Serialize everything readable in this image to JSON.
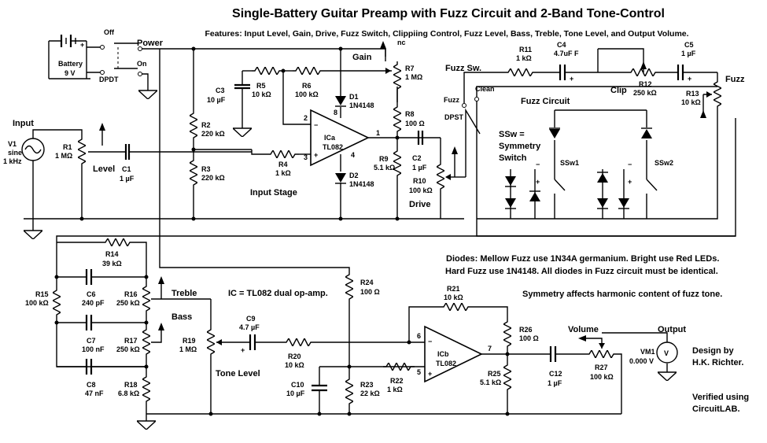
{
  "title": "Single-Battery Guitar Preamp with Fuzz Circuit and 2-Band Tone-Control",
  "features": "Features: Input Level, Gain, Drive, Fuzz Switch, Clippiing Control, Fuzz Level, Bass, Treble, Tone Level, and Output Volume.",
  "sections": {
    "input": "Input",
    "level": "Level",
    "power": "Power",
    "input_stage": "Input Stage",
    "gain": "Gain",
    "drive": "Drive",
    "fuzz_sw": "Fuzz Sw.",
    "fuzz_circuit": "Fuzz Circuit",
    "clip": "Clip",
    "fuzz": "Fuzz",
    "treble": "Treble",
    "bass": "Bass",
    "tone_level": "Tone Level",
    "volume": "Volume",
    "output": "Output"
  },
  "switch": {
    "off": "Off",
    "on": "On",
    "dpdt": "DPDT",
    "dpst": "DPST",
    "fuzz": "Fuzz",
    "clean": "Clean",
    "ssw1": "SSw1",
    "ssw2": "SSw2"
  },
  "battery": {
    "name": "Battery",
    "value": "9 V"
  },
  "source": {
    "name": "V1",
    "type": "sine",
    "freq": "1 kHz"
  },
  "opamps": {
    "a_name": "ICa",
    "a_part": "TL082",
    "b_name": "ICb",
    "b_part": "TL082",
    "pins": {
      "p2": "2",
      "p3": "3",
      "p8": "8",
      "p4": "4",
      "p1": "1",
      "p6": "6",
      "p5": "5",
      "p7": "7"
    }
  },
  "components": {
    "R1": {
      "name": "R1",
      "value": "1 MΩ"
    },
    "C1": {
      "name": "C1",
      "value": "1 µF"
    },
    "R2": {
      "name": "R2",
      "value": "220 kΩ"
    },
    "R3": {
      "name": "R3",
      "value": "220 kΩ"
    },
    "C3": {
      "name": "C3",
      "value": "10 µF"
    },
    "R5": {
      "name": "R5",
      "value": "10 kΩ"
    },
    "R6": {
      "name": "R6",
      "value": "100 kΩ"
    },
    "R4": {
      "name": "R4",
      "value": "1 kΩ"
    },
    "D1": {
      "name": "D1",
      "value": "1N4148"
    },
    "D2": {
      "name": "D2",
      "value": "1N4148"
    },
    "R7": {
      "name": "R7",
      "value": "1 MΩ",
      "extra": "nc"
    },
    "R8": {
      "name": "R8",
      "value": "100 Ω"
    },
    "R9": {
      "name": "R9",
      "value": "5.1 kΩ"
    },
    "C2": {
      "name": "C2",
      "value": "1 µF"
    },
    "R10": {
      "name": "R10",
      "value": "100 kΩ"
    },
    "R11": {
      "name": "R11",
      "value": "1 kΩ"
    },
    "C4": {
      "name": "C4",
      "value": "4.7uF F"
    },
    "R12": {
      "name": "R12",
      "value": "250 kΩ"
    },
    "C5": {
      "name": "C5",
      "value": "1 µF"
    },
    "R13": {
      "name": "R13",
      "value": "10 kΩ"
    },
    "R14": {
      "name": "R14",
      "value": "39 kΩ"
    },
    "R15": {
      "name": "R15",
      "value": "100 kΩ"
    },
    "C6": {
      "name": "C6",
      "value": "240 pF"
    },
    "R16": {
      "name": "R16",
      "value": "250 kΩ"
    },
    "C7": {
      "name": "C7",
      "value": "100 nF"
    },
    "R17": {
      "name": "R17",
      "value": "250 kΩ"
    },
    "C8": {
      "name": "C8",
      "value": "47 nF"
    },
    "R18": {
      "name": "R18",
      "value": "6.8 kΩ"
    },
    "R19": {
      "name": "R19",
      "value": "1 MΩ"
    },
    "C9": {
      "name": "C9",
      "value": "4.7 µF"
    },
    "R20": {
      "name": "R20",
      "value": "10 kΩ"
    },
    "R24": {
      "name": "R24",
      "value": "100 Ω"
    },
    "C10": {
      "name": "C10",
      "value": "10 µF"
    },
    "R23": {
      "name": "R23",
      "value": "22 kΩ"
    },
    "R22": {
      "name": "R22",
      "value": "1 kΩ"
    },
    "R21": {
      "name": "R21",
      "value": "10 kΩ"
    },
    "R26": {
      "name": "R26",
      "value": "100 Ω"
    },
    "R25": {
      "name": "R25",
      "value": "5.1 kΩ"
    },
    "C12": {
      "name": "C12",
      "value": "1 µF"
    },
    "R27": {
      "name": "R27",
      "value": "100 kΩ"
    },
    "VM1": {
      "name": "VM1",
      "value": "0.000 V"
    }
  },
  "notes": {
    "ssw1": "SSw =",
    "ssw2": "Symmetry",
    "ssw3": "Switch",
    "ic": "IC = TL082 dual op-amp.",
    "diodes1": "Diodes: Mellow Fuzz use 1N34A germanium. Bright use Red LEDs.",
    "diodes2": "Hard Fuzz use 1N4148. All diodes in Fuzz circuit must be identical.",
    "symmetry": "Symmetry affects harmonic content of fuzz tone.",
    "design1": "Design by",
    "design2": "H.K. Richter.",
    "verified1": "Verified using",
    "verified2": "CircuitLAB."
  }
}
